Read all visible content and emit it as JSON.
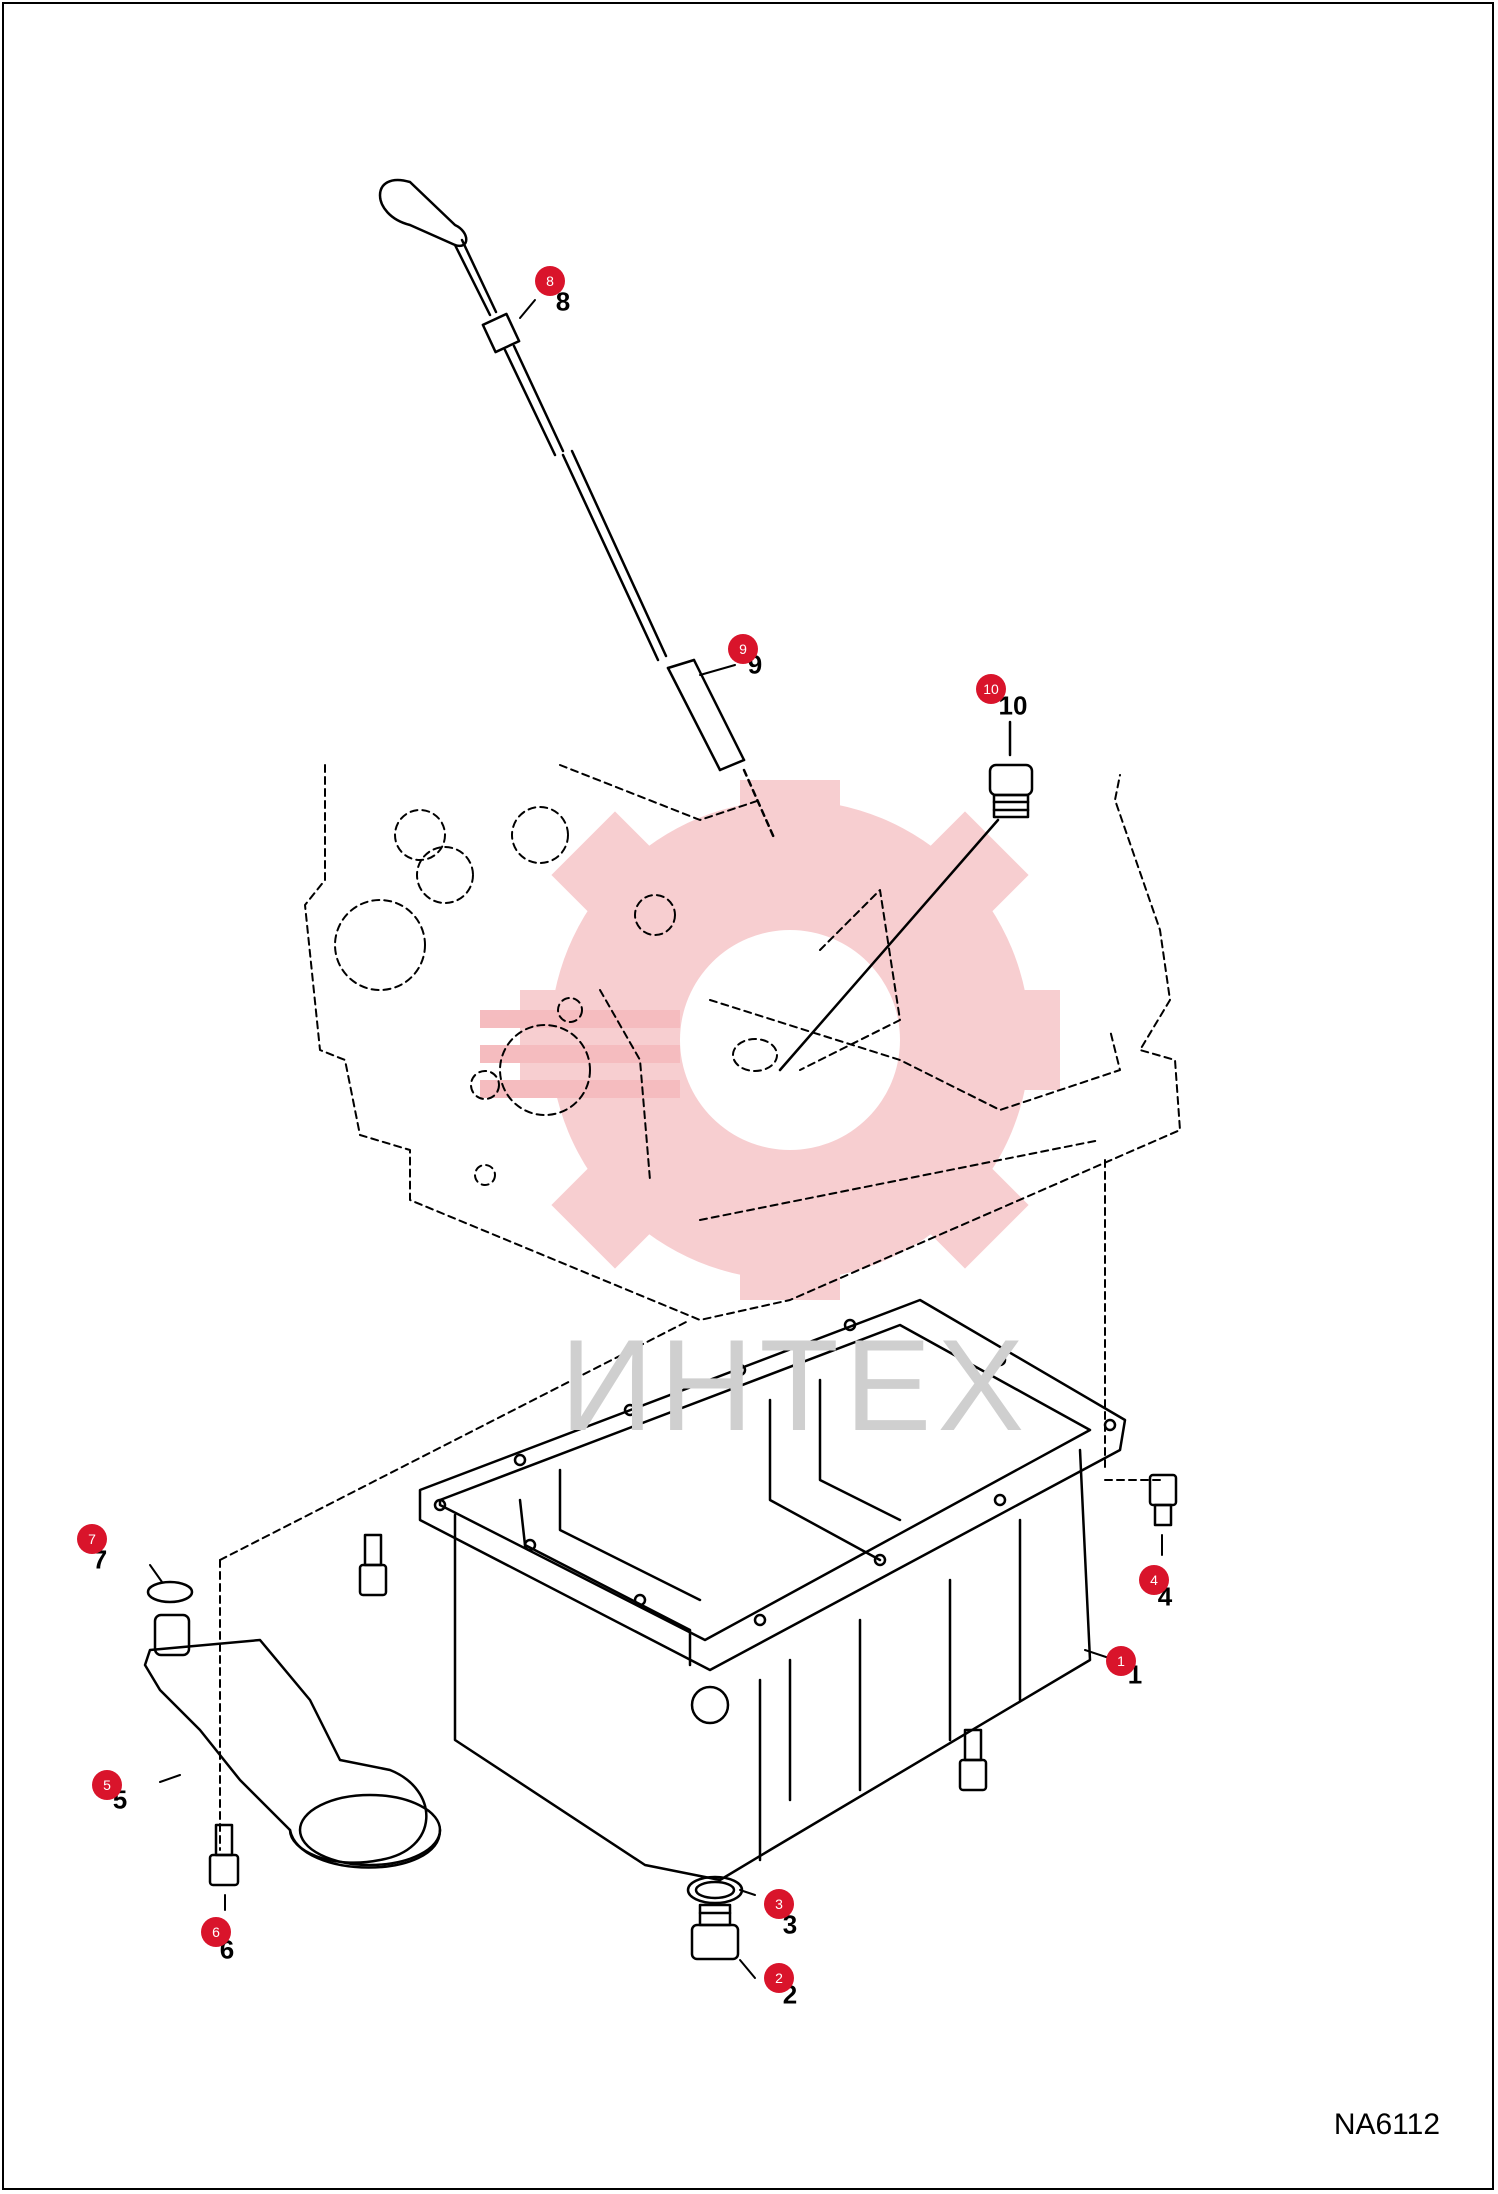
{
  "diagram_code": "NA6112",
  "watermark_text": "ИНТЕХ",
  "callout_color": "#d9142b",
  "parts": [
    {
      "id": "part-1",
      "callout": "1",
      "label": "1"
    },
    {
      "id": "part-2",
      "callout": "2",
      "label": "2"
    },
    {
      "id": "part-3",
      "callout": "3",
      "label": "3"
    },
    {
      "id": "part-4",
      "callout": "4",
      "label": "4"
    },
    {
      "id": "part-5",
      "callout": "5",
      "label": "5"
    },
    {
      "id": "part-6",
      "callout": "6",
      "label": "6"
    },
    {
      "id": "part-7",
      "callout": "7",
      "label": "7"
    },
    {
      "id": "part-8",
      "callout": "8",
      "label": "8"
    },
    {
      "id": "part-9",
      "callout": "9",
      "label": "9"
    },
    {
      "id": "part-10",
      "callout": "10",
      "label": "10"
    }
  ]
}
